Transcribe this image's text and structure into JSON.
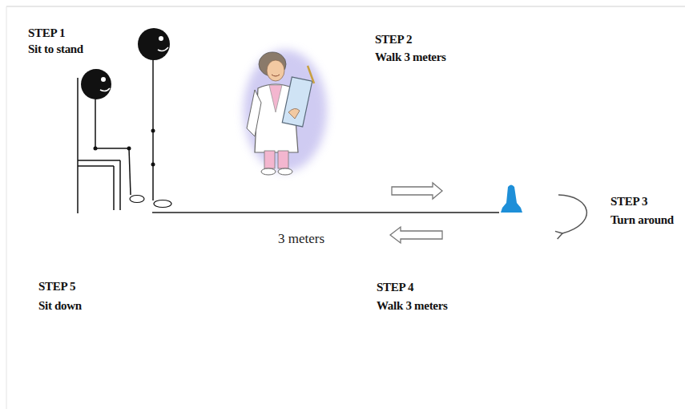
{
  "diagram": {
    "labels": [
      "STEP 1",
      "Sit to stand",
      "STEP 2",
      "Walk 3 meters",
      "STEP 3",
      "Turn around",
      "STEP 4",
      "Walk 3 meters",
      "STEP 5",
      "Sit down",
      "3 meters"
    ]
  }
}
